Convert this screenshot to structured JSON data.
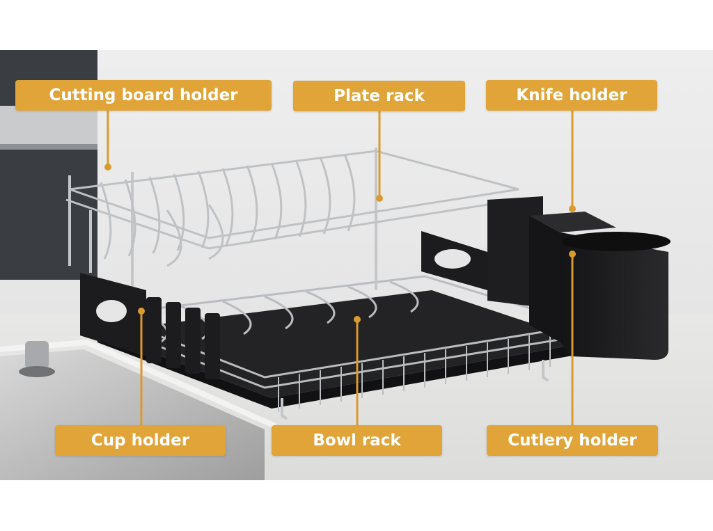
{
  "labels": {
    "cutting_board_holder": "Cutting board holder",
    "plate_rack": "Plate rack",
    "knife_holder": "Knife holder",
    "cup_holder": "Cup holder",
    "bowl_rack": "Bowl rack",
    "cutlery_holder": "Cutlery holder"
  },
  "colors": {
    "label_background": "#e0a438",
    "leader_line": "#d99a2e",
    "rack_black": "#1c1c1e",
    "wire_steel": "#b9bcc0"
  }
}
